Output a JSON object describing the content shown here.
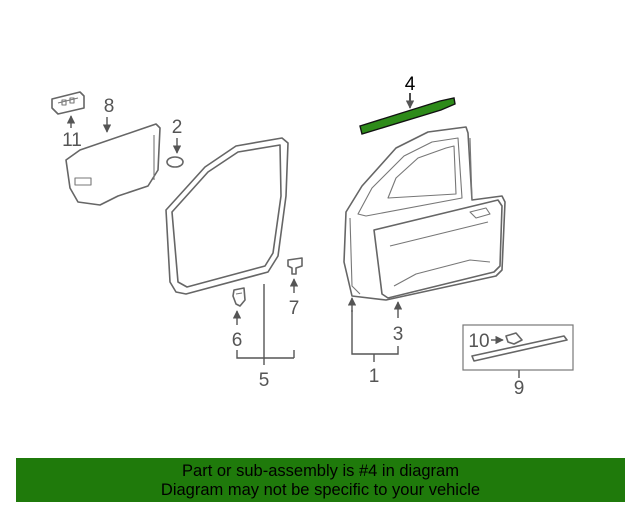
{
  "diagram": {
    "callouts": {
      "c1": "1",
      "c2": "2",
      "c3": "3",
      "c4": "4",
      "c5": "5",
      "c6": "6",
      "c7": "7",
      "c8": "8",
      "c9": "9",
      "c10": "10",
      "c11": "11"
    },
    "highlighted_part": "4",
    "highlight_color": "#1f7a0b"
  },
  "banner": {
    "line1": "Part or sub-assembly is #4 in diagram",
    "line2": "Diagram may not be specific to your vehicle",
    "background": "#1f7a0b"
  }
}
